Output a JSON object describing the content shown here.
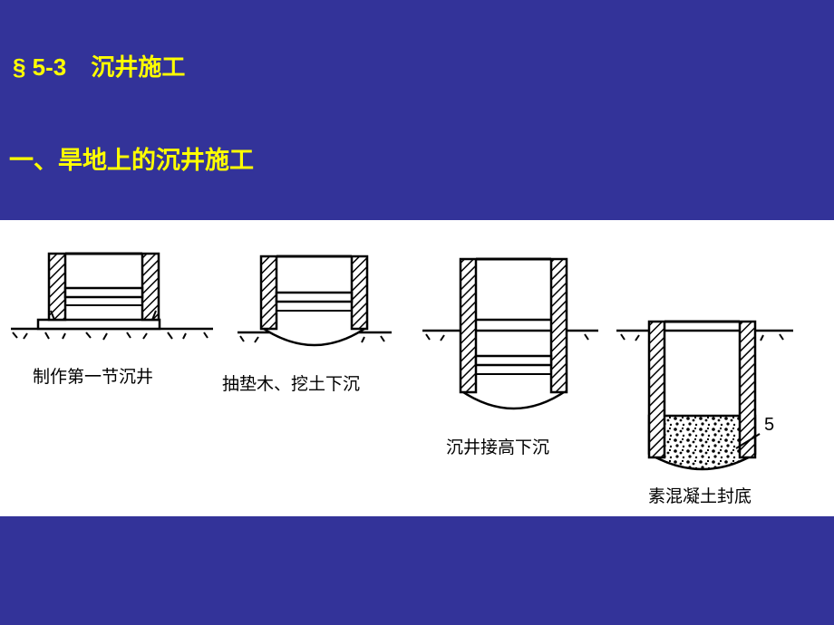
{
  "header": {
    "section_number": "§ 5-3",
    "section_title": "沉井施工",
    "subsection_title": "一、旱地上的沉井施工"
  },
  "diagram": {
    "step1_caption": "制作第一节沉井",
    "step2_caption": "抽垫木、挖土下沉",
    "step3_caption": "沉井接高下沉",
    "step4_caption": "素混凝土封底",
    "step4_callout": "5"
  },
  "colors": {
    "background": "#333399",
    "heading": "#FFFF00",
    "panel": "#FFFFFF",
    "ink": "#000000"
  }
}
